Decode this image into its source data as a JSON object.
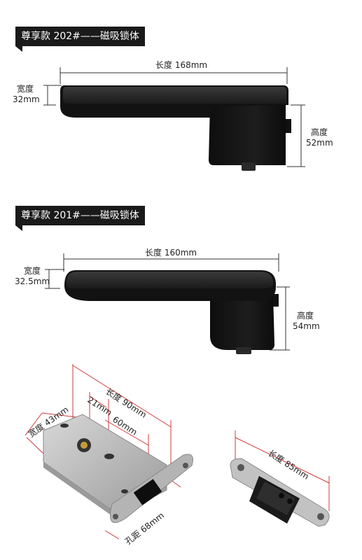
{
  "section1": {
    "title": "尊享款 202#——磁吸锁体",
    "length": "长度 168mm",
    "width_line1": "宽度",
    "width_line2": "32mm",
    "height_line1": "高度",
    "height_line2": "52mm"
  },
  "section2": {
    "title": "尊享款 201#——磁吸锁体",
    "length": "长度 160mm",
    "width_line1": "宽度",
    "width_line2": "32.5mm",
    "height_line1": "高度",
    "height_line2": "54mm"
  },
  "lock_body": {
    "length": "长度 90mm",
    "dim_21": "21mm",
    "dim_60": "60mm",
    "width": "宽度 43mm",
    "hole_spacing": "孔距 68mm"
  },
  "strike_plate": {
    "length": "长度 85mm"
  },
  "colors": {
    "banner": "#1a1a1a",
    "handle_top": "#2b2b2b",
    "handle_body": "#141414",
    "dimension_red": "#d23a3a"
  }
}
